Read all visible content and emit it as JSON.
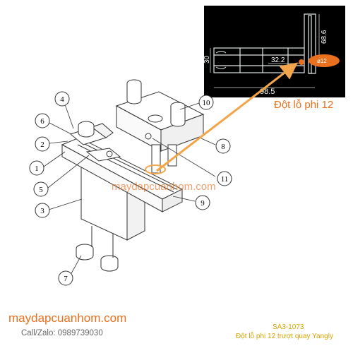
{
  "inset": {
    "dims": {
      "width": "98.5",
      "height": "30",
      "segment": "32.2",
      "vertical": "68.6",
      "hole": "ø12"
    },
    "caption": "Đột lỗ phi 12"
  },
  "callouts": [
    "4",
    "6",
    "2",
    "1",
    "5",
    "3",
    "7",
    "10",
    "8",
    "11",
    "9"
  ],
  "watermark": "maydapcuanhom.com",
  "footer": {
    "brand": "maydapcuanhom.com",
    "contact": "Call/Zalo: 0989739030",
    "code": "SA3-1073",
    "description": "Đột lỗ phi 12 trượt quay Yangly"
  },
  "colors": {
    "accent": "#e8701e",
    "dark_panel": "#000000",
    "label_yellow": "#d9a300"
  }
}
